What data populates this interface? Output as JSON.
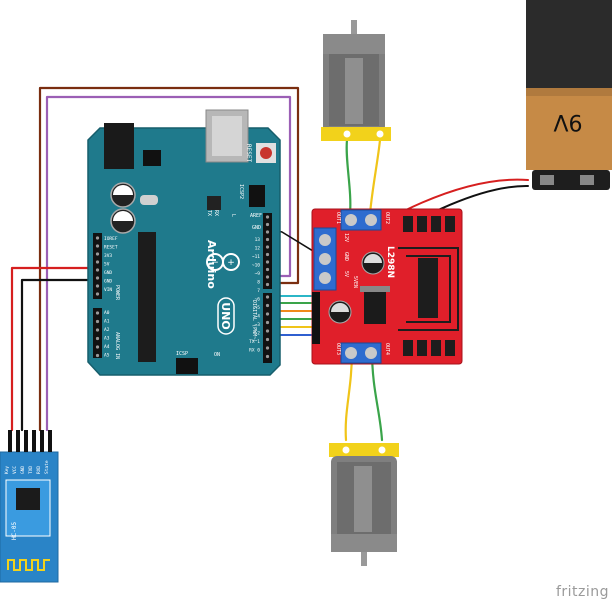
{
  "arduino": {
    "brand": "Arduino",
    "model": "UNO",
    "reset_label": "RESET",
    "icsp_label": "ICSP",
    "icsp2_label": "ICSP2",
    "tx_label": "TX",
    "rx_label": "RX",
    "on_label": "ON",
    "l_label": "L",
    "aref_label": "AREF",
    "gnd_label": "GND",
    "digital_label": "DIGITAL (PWM~)",
    "power_label": "POWER",
    "analog_label": "ANALOG IN",
    "power_pins": [
      "IOREF",
      "RESET",
      "3V3",
      "5V",
      "GND",
      "GND",
      "VIN"
    ],
    "analog_pins": [
      "A0",
      "A1",
      "A2",
      "A3",
      "A4",
      "A5"
    ],
    "digital_pins": [
      "13",
      "12",
      "~11",
      "~10",
      "~9",
      "8",
      "7",
      "~6",
      "~5",
      "4",
      "~3",
      "2",
      "TX 1",
      "RX 0"
    ]
  },
  "driver": {
    "name": "L298N",
    "out1": "OUT1",
    "out2": "OUT2",
    "out3": "OUT3",
    "out4": "OUT4",
    "v12": "12V",
    "gnd": "GND",
    "v5": "5V",
    "en": "5VEN"
  },
  "battery": {
    "label": "9V"
  },
  "bluetooth": {
    "name": "HC-05",
    "pins": [
      "Key",
      "VCC",
      "GND",
      "TXD",
      "RXD",
      "State"
    ]
  },
  "watermark": "fritzing",
  "colors": {
    "arduino_board": "#1f7a8c",
    "driver_board": "#e01f2a",
    "motor_body": "#7f7f7f",
    "motor_cap": "#f2d21b",
    "battery_top": "#2b2b2b",
    "battery_bottom": "#c68a46",
    "bluetooth_board": "#2a84c7",
    "wire_red": "#d61f1f",
    "wire_black": "#111111",
    "wire_brown": "#7a2e10",
    "wire_purple": "#9b5fb5",
    "wire_green": "#3aa44a",
    "wire_yellow": "#f0c419",
    "wire_cyan": "#2bb6c7",
    "wire_orange": "#f08a1c",
    "wire_blue": "#2f5fd0"
  }
}
